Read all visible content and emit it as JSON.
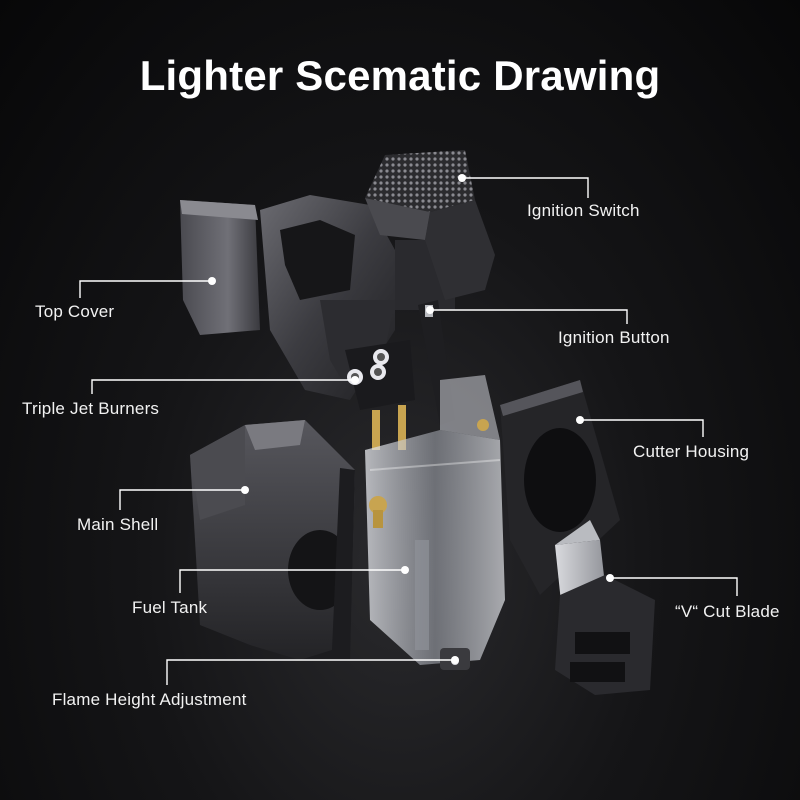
{
  "title": "Lighter Scematic Drawing",
  "labels": {
    "ignition_switch": "Ignition Switch",
    "top_cover": "Top Cover",
    "ignition_button": "Ignition Button",
    "triple_jet_burners": "Triple Jet Burners",
    "cutter_housing": "Cutter Housing",
    "main_shell": "Main Shell",
    "fuel_tank": "Fuel Tank",
    "v_cut_blade": "“V“ Cut Blade",
    "flame_height_adjustment": "Flame Height Adjustment"
  },
  "colors": {
    "background": "#0b0b0c",
    "metal": "#3a3a3e",
    "metal_light": "#6a6a70",
    "transparent_tank": "#c9ccd2",
    "brass": "#c8a450",
    "leader_line": "#ffffff"
  }
}
